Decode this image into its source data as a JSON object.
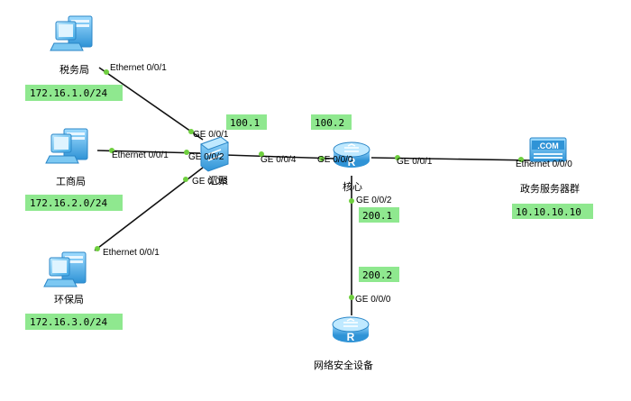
{
  "colors": {
    "link": "#111111",
    "dot": "#6fcf3f",
    "tag_bg": "#8fe88f",
    "device": "#3fa9e6"
  },
  "devices": {
    "tax": "税务局",
    "commerce": "工商局",
    "env": "环保局",
    "switch": "汇聚",
    "core": "核心",
    "server": "政务服务器群",
    "security": "网络安全设备"
  },
  "server_badge": ".COM",
  "tags": {
    "net_tax": "172.16.1.0/24",
    "net_commerce": "172.16.2.0/24",
    "net_env": "172.16.3.0/24",
    "sw_ip": "100.1",
    "core_ip": "100.2",
    "core_down_ip": "200.1",
    "sec_ip": "200.2",
    "server_ip": "10.10.10.10"
  },
  "ports": {
    "tax_eth": "Ethernet 0/0/1",
    "sw_ge1": "GE 0/0/1",
    "commerce_eth": "Ethernet 0/0/1",
    "sw_ge2": "GE 0/0/2",
    "sw_ge3": "GE 0/0/3",
    "env_eth": "Ethernet 0/0/1",
    "sw_ge4": "GE 0/0/4",
    "core_ge0": "GE 0/0/0",
    "core_ge1": "GE 0/0/1",
    "server_eth": "Ethernet 0/0/0",
    "core_ge2": "GE 0/0/2",
    "sec_ge0": "GE 0/0/0"
  }
}
